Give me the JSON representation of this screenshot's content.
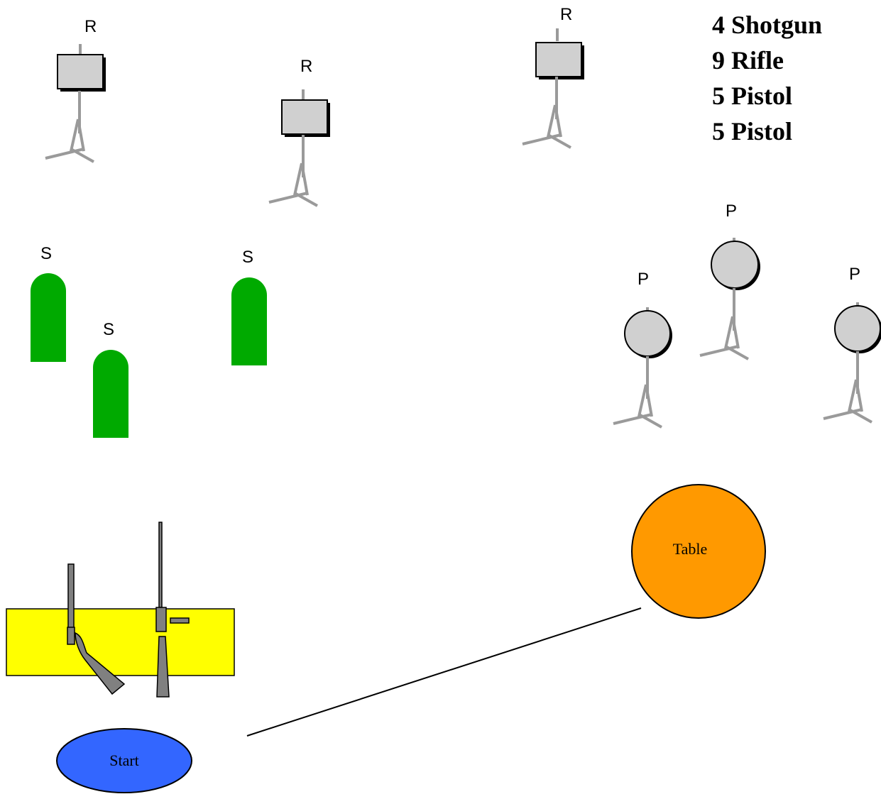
{
  "labels": {
    "rifle": "R",
    "shotgun": "S",
    "pistol": "P",
    "table": "Table",
    "start": "Start"
  },
  "round_count": [
    "4 Shotgun",
    "9 Rifle",
    "5 Pistol",
    "5 Pistol"
  ],
  "colors": {
    "target_plate": "#d0d0d0",
    "stand": "#9a9a9a",
    "shotgun_target": "#00aa00",
    "table": "#ff9900",
    "start_box": "#3366ff",
    "barricade": "#ffff00",
    "gun": "#808080"
  }
}
